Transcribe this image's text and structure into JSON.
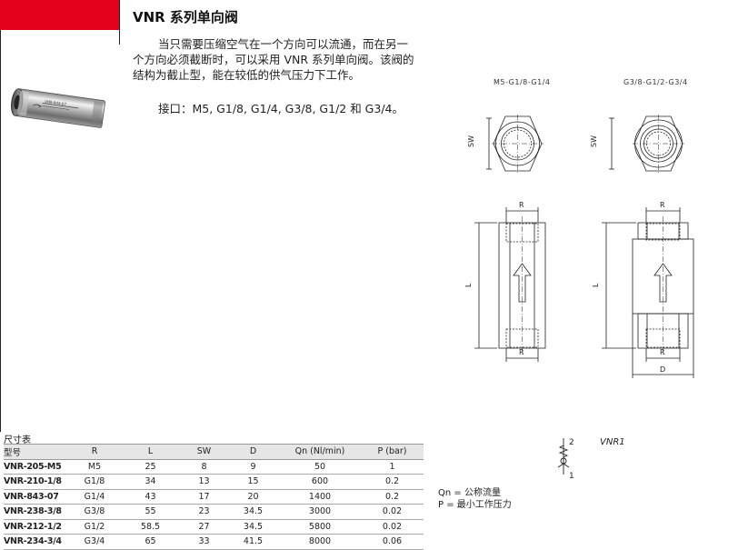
{
  "header": {
    "title": "VNR 系列单向阀"
  },
  "intro": {
    "paragraph": "当只需要压缩空气在一个方向可以流通，而在另一个方向必须截断时，可以采用 VNR 系列单向阀。该阀的结构为截止型，能在较低的供气压力下工作。",
    "ports": "接口：M5, G1/8, G1/4, G3/8, G1/2 和 G3/4。"
  },
  "photo": {
    "engraving": "VNR-843-07"
  },
  "drawings": {
    "left_caption": "M5-G1/8-G1/4",
    "right_caption": "G3/8-G1/2-G3/4",
    "dim_sw": "SW",
    "dim_r": "R",
    "dim_l": "L",
    "dim_d": "D"
  },
  "table": {
    "title": "尺寸表",
    "headers": [
      "型号",
      "R",
      "L",
      "SW",
      "D",
      "Qn (Nl/min)",
      "P (bar)"
    ],
    "rows": [
      [
        "VNR-205-M5",
        "M5",
        "25",
        "8",
        "9",
        "50",
        "1"
      ],
      [
        "VNR-210-1/8",
        "G1/8",
        "34",
        "13",
        "15",
        "600",
        "0.2"
      ],
      [
        "VNR-843-07",
        "G1/4",
        "43",
        "17",
        "20",
        "1400",
        "0.2"
      ],
      [
        "VNR-238-3/8",
        "G3/8",
        "55",
        "23",
        "34.5",
        "3000",
        "0.02"
      ],
      [
        "VNR-212-1/2",
        "G1/2",
        "58.5",
        "27",
        "34.5",
        "5800",
        "0.02"
      ],
      [
        "VNR-234-3/4",
        "G3/4",
        "65",
        "33",
        "41.5",
        "8000",
        "0.06"
      ]
    ]
  },
  "symbol": {
    "label": "VNR1",
    "port_top": "2",
    "port_bottom": "1"
  },
  "notes": {
    "qn": "Qn = 公称流量",
    "p": "P = 最小工作压力"
  }
}
